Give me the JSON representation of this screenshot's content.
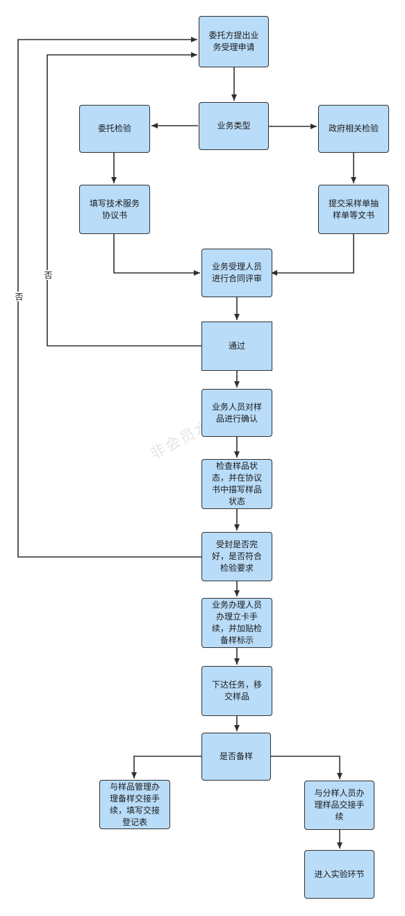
{
  "nodes": {
    "apply": "委托方提出业\n务受理申请",
    "type": "业务类型",
    "entrust": "委托检验",
    "gov": "政府相关检验",
    "fill": "填写技术服务\n协议书",
    "submit": "提交采样单抽\n样单等文书",
    "review": "业务受理人员\n进行合同评审",
    "pass": "通过",
    "confirm": "业务人员对样\n品进行确认",
    "inspect": "检查样品状\n态，并在协议\n书中描写样品\n状态",
    "seal": "受封是否完\n好，是否符合\n检验要求",
    "card": "业务办理人员\n办理立卡手\n续，并加贴检\n备样标示",
    "task": "下达任务，移\n交样品",
    "backup": "是否备样",
    "left_out": "与样品管理办\n理备样交接手\n续，填写交接\n登记表",
    "right_out": "与分样人员办\n理样品交接手\n续",
    "lab": "进入实验环节"
  },
  "edge_labels": {
    "no_outer": "否",
    "no_inner": "否"
  },
  "watermark": "非会员水印",
  "colors": {
    "node_fill": "#b9dcf8",
    "node_border": "#2f2f2f",
    "edge": "#2f2f2f"
  }
}
